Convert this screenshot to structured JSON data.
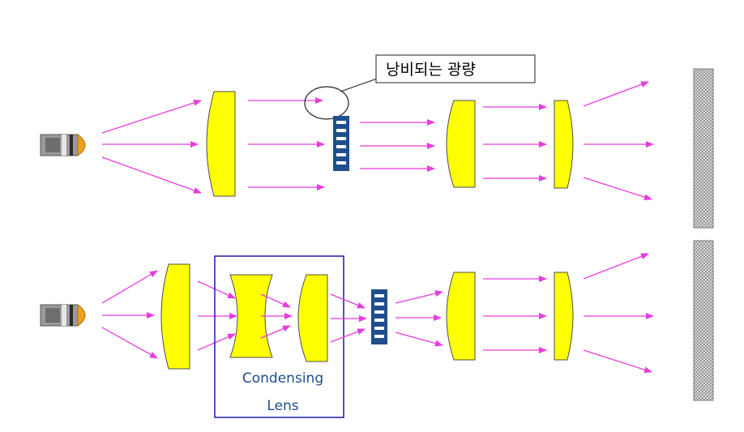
{
  "callout": {
    "text": "낭비되는 광량"
  },
  "condensing_lens": {
    "line1": "Condensing",
    "line2": "Lens"
  },
  "colors": {
    "ray": "#e83be0",
    "lens_fill": "#ffff00",
    "lens_stroke": "#4d4d4d",
    "panel": "#1f4e8c",
    "box": "#1a1aa8",
    "label": "#1f4e8c",
    "lamp_body": "#9a9a9a",
    "lamp_tip": "#f0a020",
    "screen": "#bfbfbf"
  }
}
